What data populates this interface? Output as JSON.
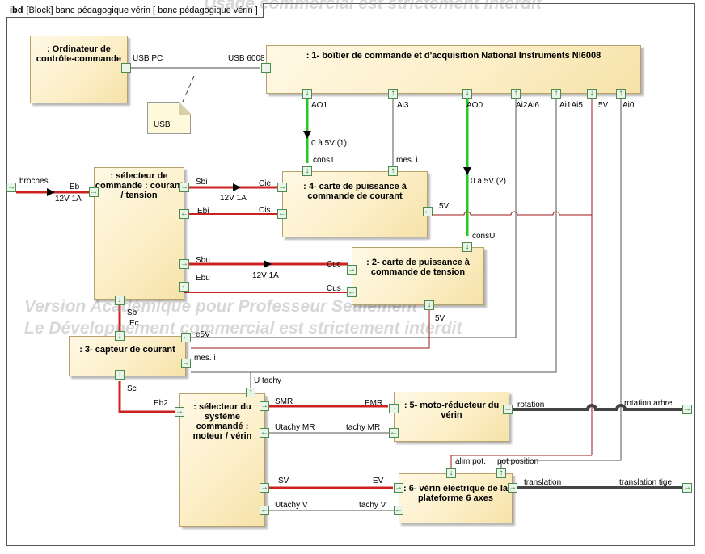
{
  "frame": {
    "kind": "ibd",
    "title": "[Block] banc pédagogique vérin [ banc pédagogique vérin ]"
  },
  "watermark": {
    "top": "Usage commercial est strictement interdit",
    "line1": "Version Académique pour Professeur Seulement",
    "line2": "Le Développement commercial est strictement interdit"
  },
  "note": {
    "text": "USB"
  },
  "blocks": {
    "ordinateur": ": Ordinateur de contrôle-commande",
    "ni6008": ": 1- boîtier de commande et d'acquisition National Instruments NI6008",
    "selecteur": ": sélecteur de commande : courant / tension",
    "carte_courant": ": 4- carte de puissance à commande de courant",
    "carte_tension": ": 2- carte de puissance à commande de tension",
    "capteur": ": 3- capteur de courant",
    "selecteur_systeme": ": sélecteur du système commandé : moteur / vérin",
    "moto": ": 5- moto-réducteur du vérin",
    "verin": ": 6- vérin électrique de la plateforme 6 axes"
  },
  "labels": {
    "usb_pc": "USB PC",
    "usb_6008": "USB 6008",
    "ao1": "AO1",
    "ai3": "Ai3",
    "ao0": "AO0",
    "ai2ai6": "Ai2Ai6",
    "ai1ai5": "Ai1Ai5",
    "v5_top": "5V",
    "ai0": "Ai0",
    "cmd1": "0 à 5V (1)",
    "cmd2": "0 à 5V (2)",
    "cons1": "cons1",
    "mes_i": "mes. i",
    "consU": "consU",
    "broches": "broches",
    "eb": "Eb",
    "v12_a": "12V 1A",
    "sbi": "Sbi",
    "cie": "Cie",
    "v12_b": "12V 1A",
    "ebi": "Ebi",
    "cis": "Cis",
    "v5_carte_courant": "5V",
    "sbu": "Sbu",
    "cuc": "Cuc",
    "v12_c": "12V 1A",
    "ebu": "Ebu",
    "cus": "Cus",
    "v5_carte_tension": "5V",
    "sb": "Sb",
    "ec": "Ec",
    "e5v": "e5V",
    "mes_i_capteur": "mes. i",
    "sc": "Sc",
    "u_tachy": "U tachy",
    "eb2": "Eb2",
    "smr": "SMR",
    "emr": "EMR",
    "utachy_mr": "Utachy MR",
    "tachy_mr": "tachy MR",
    "sv": "SV",
    "ev": "EV",
    "utachy_v": "Utachy V",
    "tachy_v": "tachy V",
    "alim_pot": "alim pot.",
    "pot_position": "pot position",
    "rotation": "rotation",
    "rotation_arbre": "rotation arbre",
    "translation": "translation",
    "translation_tige": "translation tige"
  },
  "colors": {
    "power": "#cc2222",
    "command": "#22cc22",
    "signal": "#555555",
    "mechanical": "#444444",
    "dark_red": "#a01818"
  }
}
